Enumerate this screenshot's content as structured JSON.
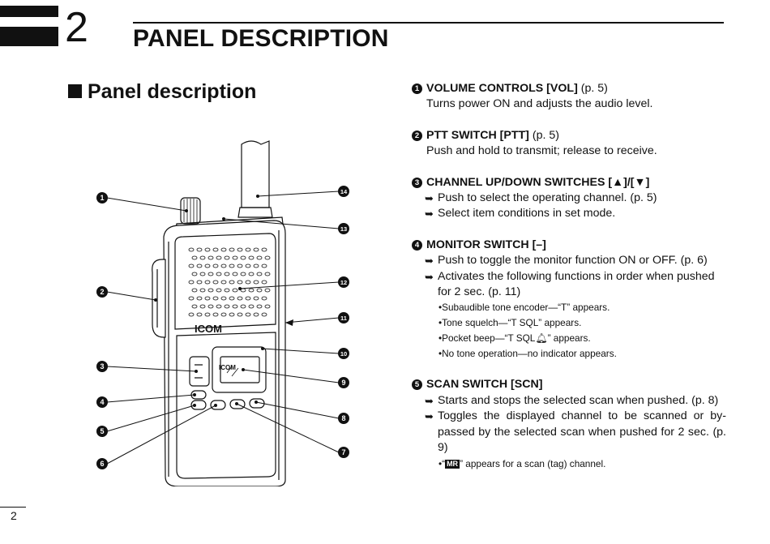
{
  "chapter": {
    "number": "2",
    "title": "PANEL DESCRIPTION"
  },
  "section": {
    "title": "Panel description"
  },
  "diagram": {
    "brand": "ICOM",
    "callouts": [
      "1",
      "2",
      "3",
      "4",
      "5",
      "6",
      "7",
      "8",
      "9",
      "10",
      "11",
      "12",
      "13",
      "14"
    ]
  },
  "items": [
    {
      "num": "1",
      "title": "VOLUME CONTROLS [VOL]",
      "ref": "(p. 5)",
      "text": "Turns power ON and adjusts the audio level."
    },
    {
      "num": "2",
      "title": "PTT SWITCH [PTT]",
      "ref": "(p. 5)",
      "text": "Push and hold to transmit; release to receive."
    },
    {
      "num": "3",
      "title": "CHANNEL UP/DOWN SWITCHES [▲]/[▼]",
      "bullets": [
        "Push to select the operating channel. (p. 5)",
        "Select item conditions in set mode."
      ]
    },
    {
      "num": "4",
      "title": "MONITOR SWITCH [–]",
      "bullets": [
        "Push to toggle the monitor function ON or OFF. (p. 6)",
        "Activates the following functions in order when pushed for 2 sec. (p. 11)"
      ],
      "subs": [
        "•Subaudible tone encoder—“T” appears.",
        "•Tone squelch—“T SQL” appears.",
        "•Pocket beep—“T SQL",
        "” appears.",
        "•No tone operation—no indicator appears."
      ],
      "bell_icon": "bell-icon"
    },
    {
      "num": "5",
      "title": "SCAN SWITCH [SCN]",
      "bullets": [
        "Starts and stops the selected scan when pushed. (p. 8)",
        "Toggles the displayed channel to be scanned or by-passed by the selected scan when pushed for 2 sec. (p. 9)"
      ],
      "subs": [
        "•“",
        "MR",
        "” appears for a scan (tag) channel."
      ]
    }
  ],
  "page_number": "2"
}
